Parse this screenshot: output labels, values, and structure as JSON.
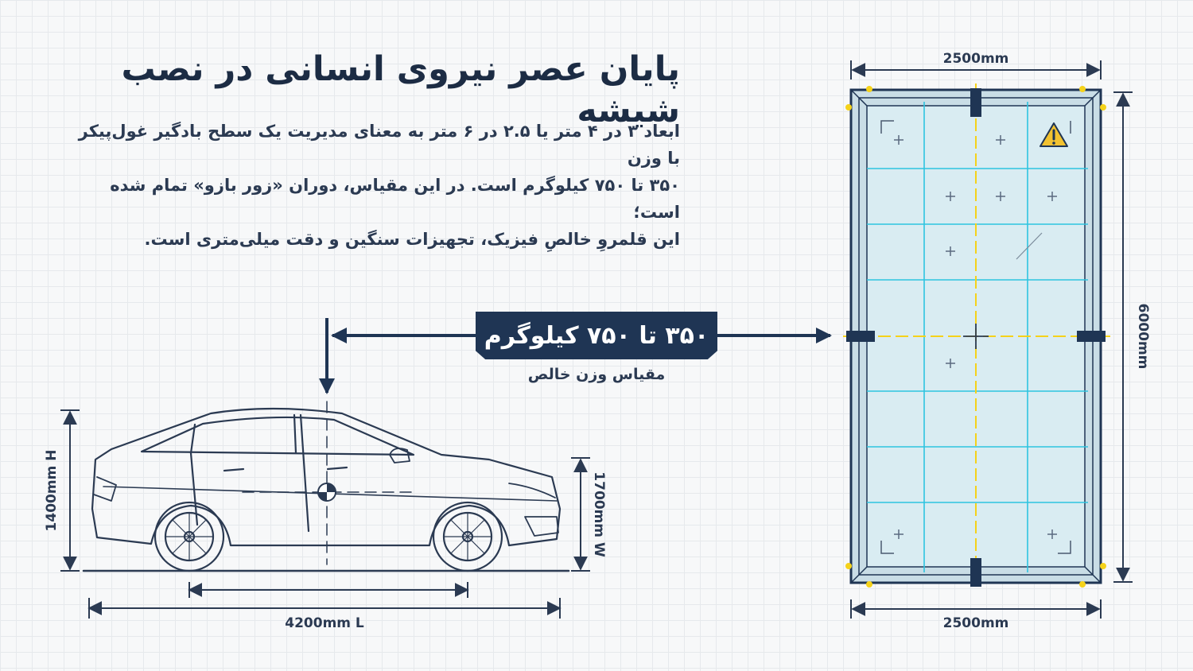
{
  "header": {
    "title": "پایان عصر نیروی انسانی در نصب شیشه",
    "description_lines": [
      "ابعاد ۳ در ۴ متر یا ۲.۵ در ۶ متر به معنای مدیریت یک سطح بادگیر غول‌پیکر با وزن",
      "۳۵۰ تا ۷۵۰ کیلوگرم است. در این مقیاس، دوران «زور بازو» تمام شده است؛",
      "این قلمروِ خالصِ فیزیک، تجهیزات سنگین و دقت میلی‌متری است."
    ]
  },
  "weight": {
    "badge": "۳۵۰ تا ۷۵۰ کیلوگرم",
    "caption": "مقیاس وزن خالص"
  },
  "car": {
    "height_label": "1400mm H",
    "width_label": "1700mm W",
    "length_label": "4200mm L"
  },
  "glass": {
    "top_width_label": "2500mm",
    "bottom_width_label": "2500mm",
    "height_label": "6000mm",
    "warning_icon": "warning-triangle-icon"
  },
  "colors": {
    "navy": "#1f3554",
    "glass": "#d9ecf2",
    "grid": "#2ec4e0",
    "yellow": "#f5d21a",
    "warning": "#f2c230"
  }
}
